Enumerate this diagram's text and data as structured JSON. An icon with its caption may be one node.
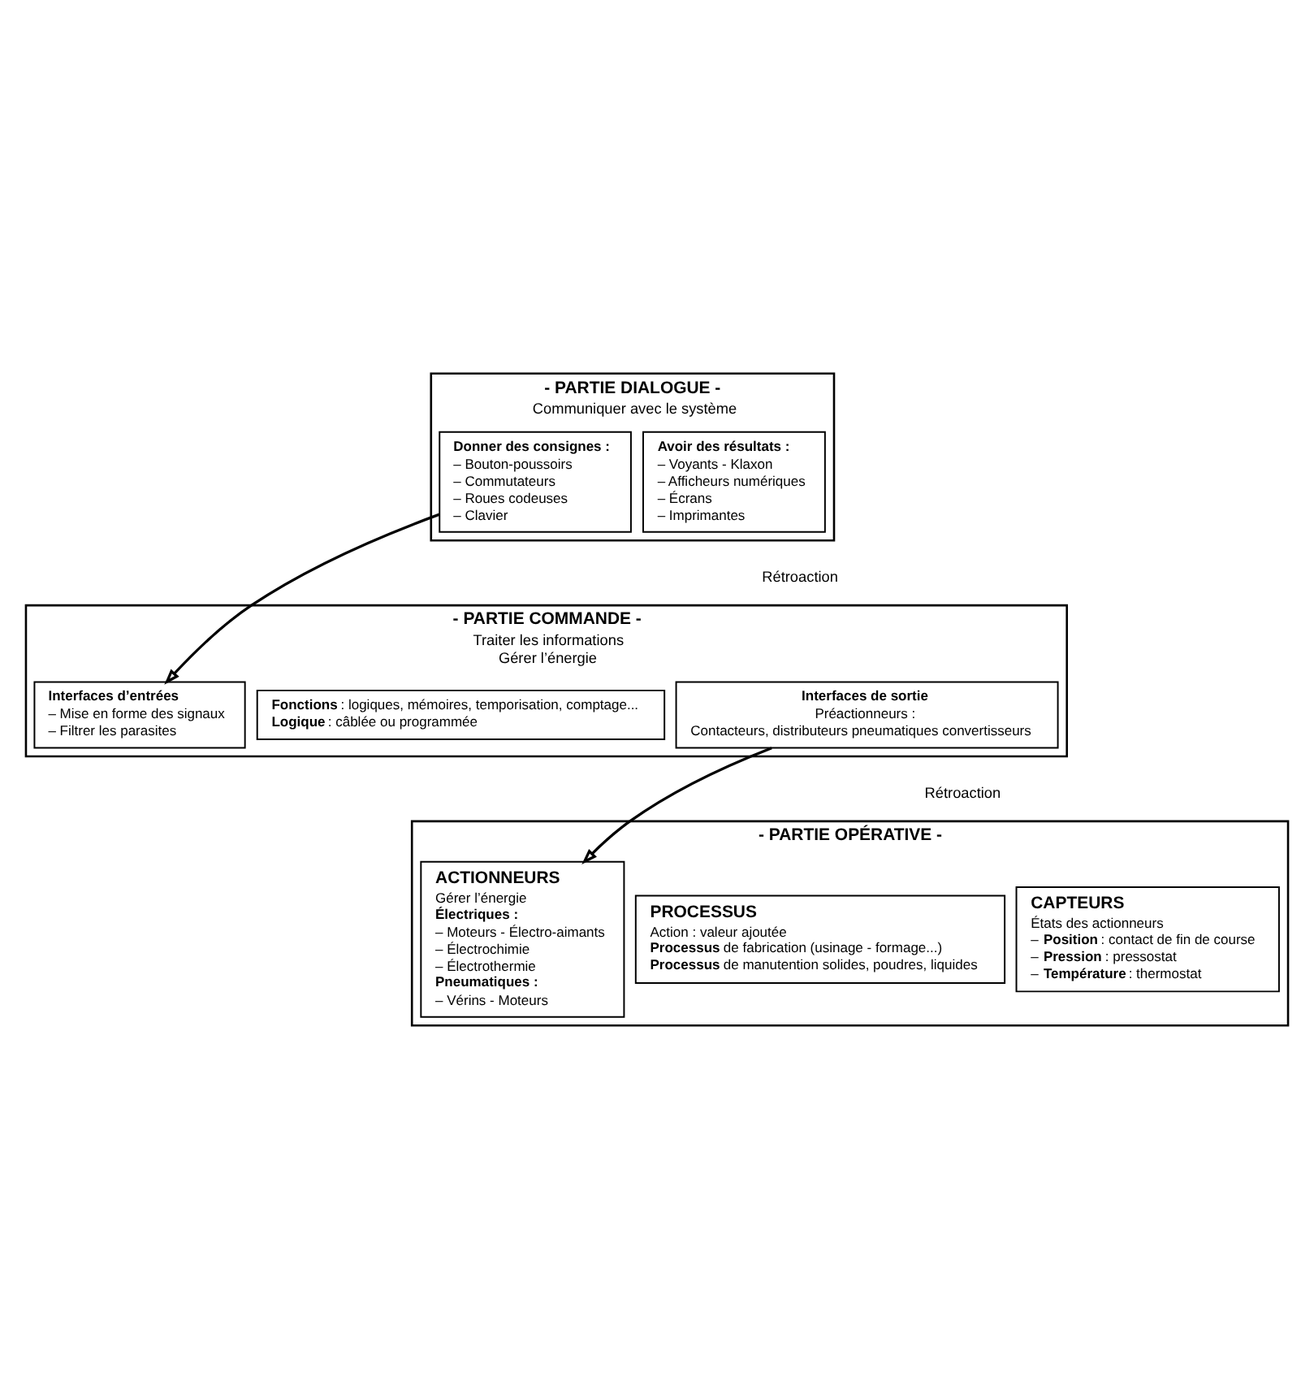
{
  "diagram": {
    "nodes": [
      {
        "text": [
          "- PARTIE DIALOGUE -",
          "Communiquer avec le système"
        ]
      },
      {
        "text": [
          "Donner des consignes :",
          "– Bouton-poussoirs",
          "– Commutateurs",
          "– Roues codeuses",
          "– Clavier"
        ],
        "in": 0
      },
      {
        "text": [
          "Avoir des résultats :",
          "– Voyants - Klaxon",
          "– Afficheurs numériques",
          "– Écrans",
          "– Imprimantes"
        ],
        "in": 0
      },
      {
        "text": [
          "- PARTIE COMMANDE -",
          "Traiter les informations",
          "Gérer l’énergie"
        ]
      },
      {
        "text": [
          "Interfaces d’entrées",
          "– Mise en forme des signaux",
          "– Filtrer les parasites"
        ],
        "in": 3
      },
      {
        "text": [
          "**Fonctions** : logiques, mémoires, temporisation, comptage...",
          "**Logique** : câblée ou programmée"
        ],
        "in": 3
      },
      {
        "text": [
          "Interfaces de sortie",
          "Préactionneurs :",
          "Contacteurs, distributeurs pneumatiques convertisseurs"
        ],
        "in": 3
      },
      {
        "text": [
          "- PARTIE OPÉRATIVE -"
        ]
      },
      {
        "text": [
          "ACTIONNEURS",
          "Gérer l’énergie",
          "Électriques :",
          "– Moteurs - Électro-aimants",
          "– Électrochimie",
          "– Électrothermie",
          "Pneumatiques :",
          "– Vérins - Moteurs"
        ],
        "in": 7
      },
      {
        "text": [
          "PROCESSUS",
          "Action : valeur ajoutée",
          "**Processus** de fabrication (usinage - formage...)",
          "**Processus** de manutention solides, poudres, liquides"
        ],
        "in": 7
      },
      {
        "text": [
          "CAPTEURS",
          "États des actionneurs",
          "– **Position** : contact de fin de course",
          "– **Pression** : pressostat",
          "– **Température** : thermostat"
        ],
        "in": 7
      }
    ],
    "edges": [
      {
        "from": 1,
        "to": 4,
        "arrow": "to"
      },
      {
        "from": 6,
        "to": 8,
        "arrow": "to"
      }
    ],
    "labels": [
      "Rétroaction",
      "Rétroaction"
    ]
  }
}
